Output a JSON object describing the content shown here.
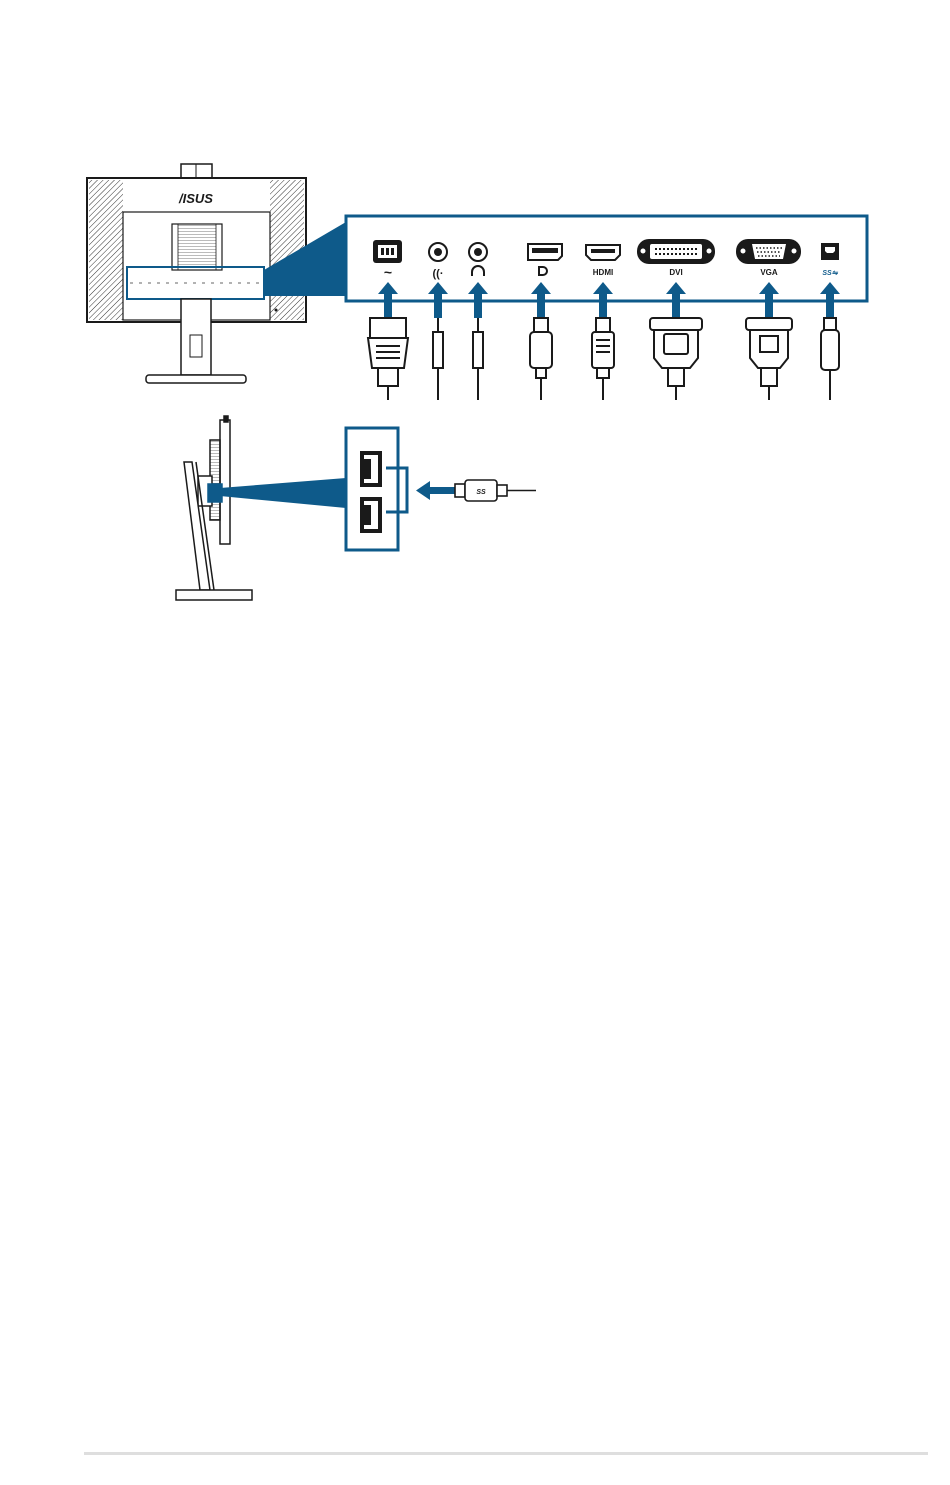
{
  "brand": {
    "logo_text": "/ISUS"
  },
  "colors": {
    "accent": "#0e5a8a",
    "line": "#1a1a1a",
    "footer_rule": "#dedede"
  },
  "rear_panel": {
    "ports": [
      {
        "id": "ac-in",
        "icon": "ac-power-icon",
        "label": "~"
      },
      {
        "id": "audio-in",
        "icon": "audio-in-icon",
        "label": ""
      },
      {
        "id": "earphone",
        "icon": "headphone-icon",
        "label": ""
      },
      {
        "id": "displayport",
        "icon": "displayport-icon",
        "label": ""
      },
      {
        "id": "hdmi",
        "icon": "hdmi-icon",
        "label": "HDMI"
      },
      {
        "id": "dvi",
        "icon": "dvi-icon",
        "label": "DVI"
      },
      {
        "id": "vga",
        "icon": "vga-icon",
        "label": "VGA"
      },
      {
        "id": "usb-upstream",
        "icon": "usb3-icon",
        "label": "SS⇋"
      }
    ]
  },
  "side_panel": {
    "ports": [
      {
        "id": "usb-downstream-1",
        "icon": "usb-a-port-icon"
      },
      {
        "id": "usb-downstream-2",
        "icon": "usb-a-port-icon"
      }
    ],
    "cable_label": "SS"
  }
}
